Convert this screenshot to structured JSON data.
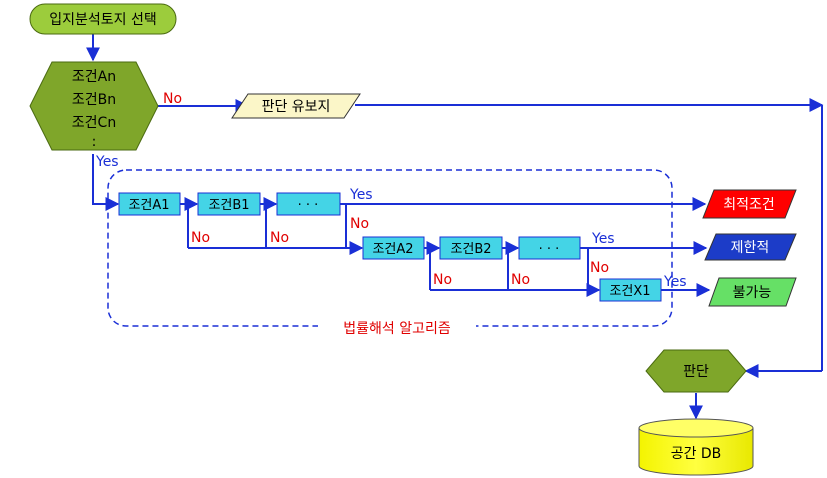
{
  "start": {
    "label": "입지분석토지 선택"
  },
  "conditions": {
    "line1": "조건An",
    "line2": "조건Bn",
    "line3": "조건Cn",
    "line4": ":"
  },
  "branch_labels": {
    "no": "No",
    "yes": "Yes"
  },
  "pending": {
    "label": "판단 유보지"
  },
  "algorithm": {
    "title": "법률해석 알고리즘",
    "row1": [
      "조건A1",
      "조건B1",
      "· · ·"
    ],
    "row2": [
      "조건A2",
      "조건B2",
      "· · ·"
    ],
    "row3": [
      "조건X1"
    ]
  },
  "outcomes": {
    "optimal": "최적조건",
    "limited": "제한적",
    "impossible": "불가능"
  },
  "decision": {
    "label": "판단"
  },
  "database": {
    "label": "공간 DB"
  },
  "colors": {
    "arrow": "#1a2fd6",
    "no_text": "#e00000",
    "yes_text": "#1a2fd6",
    "start_fill": "#9ccc3c",
    "hexagon_fill": "#7fa62a",
    "pending_fill": "#fbf6c8",
    "cond_fill": "#44d4e6",
    "optimal_fill": "#ff0000",
    "limited_fill": "#1c3cc8",
    "impossible_fill": "#66e066",
    "decision_fill": "#7fa62a",
    "db_fill": "#ffff00",
    "region_border": "#1a2fd6",
    "region_title": "#e00000"
  }
}
